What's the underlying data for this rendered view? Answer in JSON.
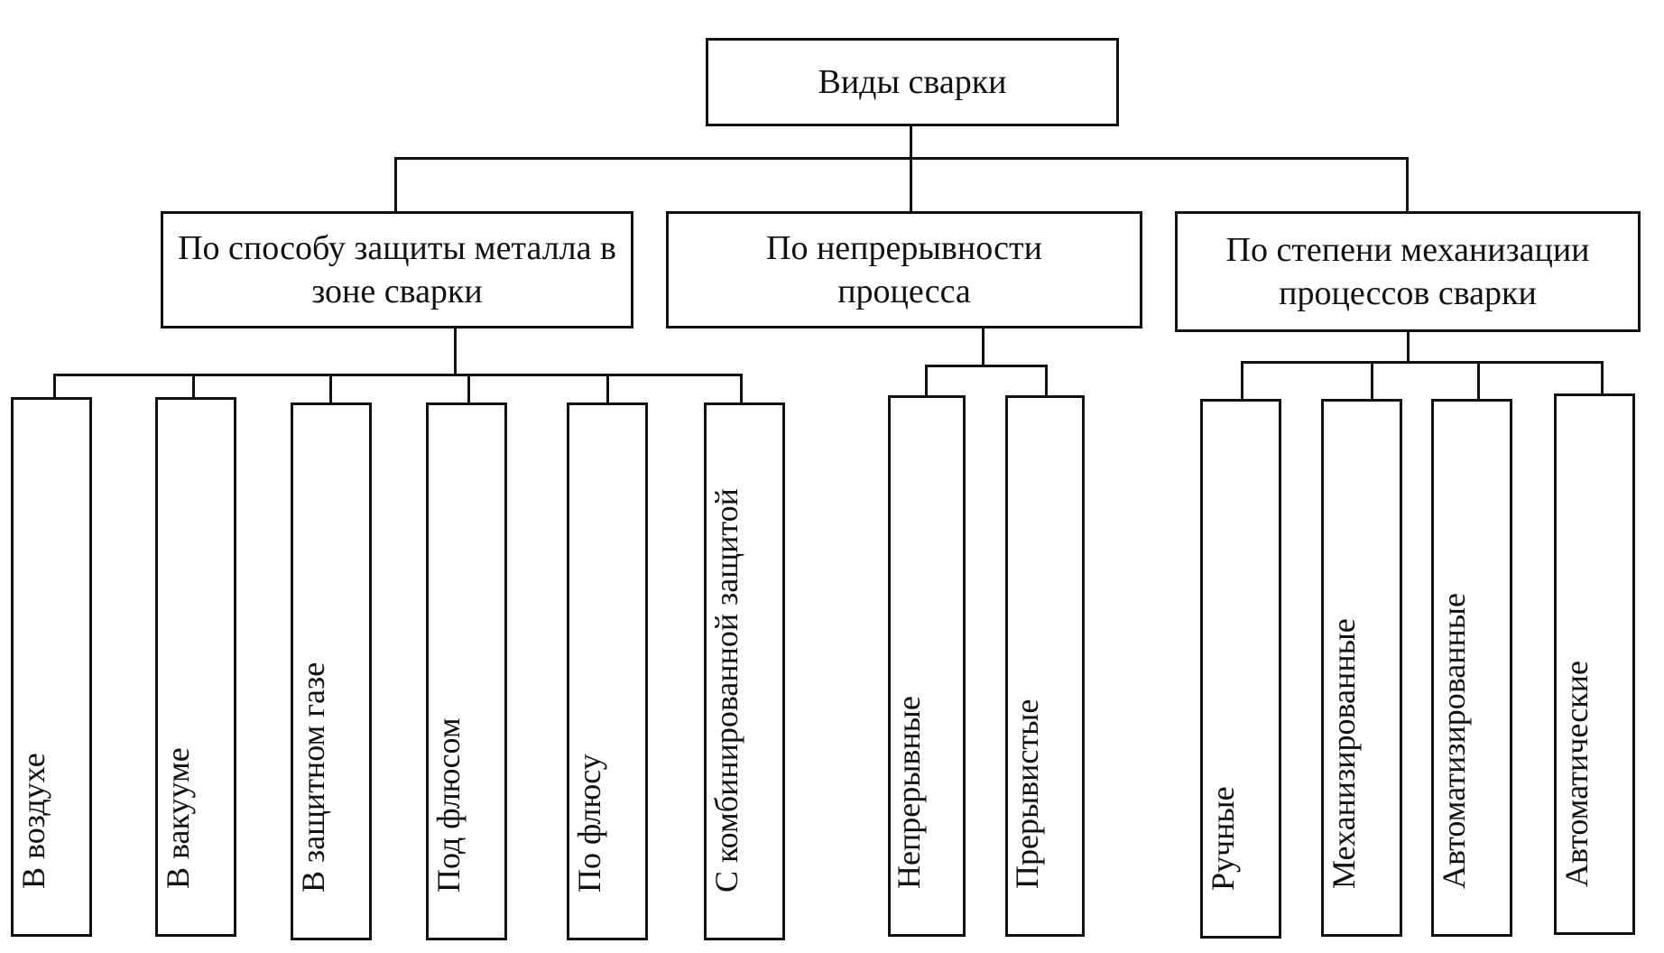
{
  "root": {
    "label": "Виды сварки"
  },
  "groups": [
    {
      "label": "По способу защиты металла в зоне сварки",
      "children": [
        "В воздухе",
        "В вакууме",
        "В защитном газе",
        "Под флюсом",
        "По флюсу",
        "С комбинированной защитой"
      ]
    },
    {
      "label": "По непрерывности процесса",
      "children": [
        "Непрерывные",
        "Прерывистые"
      ]
    },
    {
      "label": "По степени механизации процессов сварки",
      "children": [
        "Ручные",
        "Механизированные",
        "Автоматизированные",
        "Автоматические"
      ]
    }
  ]
}
